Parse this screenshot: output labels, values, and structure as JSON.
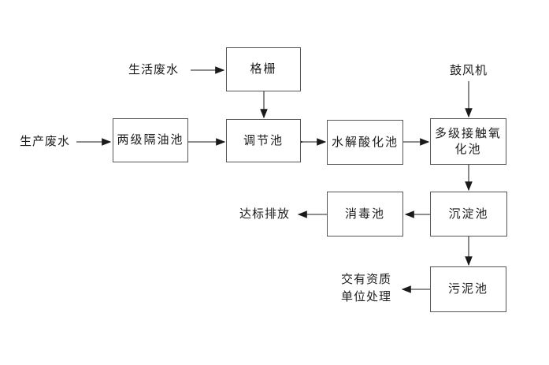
{
  "diagram": {
    "type": "flowchart",
    "nodes": {
      "grating": {
        "label": "格栅"
      },
      "oil_separator": {
        "label": "两级隔油池"
      },
      "regulating_tank": {
        "label": "调节池"
      },
      "hydrolysis_tank": {
        "label": "水解酸化池"
      },
      "oxidation_tank": {
        "label": "多级接触氧化池"
      },
      "sedimentation_tank": {
        "label": "沉淀池"
      },
      "disinfection_tank": {
        "label": "消毒池"
      },
      "sludge_tank": {
        "label": "污泥池"
      }
    },
    "labels": {
      "domestic_wastewater": "生活废水",
      "production_wastewater": "生产废水",
      "blower": "鼓风机",
      "standard_discharge": "达标排放",
      "qualified_unit_disposal": "交有资质\n单位处理"
    },
    "edges": [
      {
        "from": "生活废水",
        "to": "格栅"
      },
      {
        "from": "格栅",
        "to": "调节池"
      },
      {
        "from": "生产废水",
        "to": "两级隔油池"
      },
      {
        "from": "两级隔油池",
        "to": "调节池"
      },
      {
        "from": "调节池",
        "to": "水解酸化池"
      },
      {
        "from": "水解酸化池",
        "to": "多级接触氧化池"
      },
      {
        "from": "鼓风机",
        "to": "多级接触氧化池"
      },
      {
        "from": "多级接触氧化池",
        "to": "沉淀池"
      },
      {
        "from": "沉淀池",
        "to": "消毒池"
      },
      {
        "from": "消毒池",
        "to": "达标排放"
      },
      {
        "from": "沉淀池",
        "to": "污泥池"
      },
      {
        "from": "污泥池",
        "to": "交有资质单位处理"
      }
    ],
    "colors": {
      "background": "#ffffff",
      "box_border": "#565656",
      "line": "#4a4a4a",
      "arrowhead": "#1a1a1a",
      "text": "#1c1c1c"
    }
  }
}
